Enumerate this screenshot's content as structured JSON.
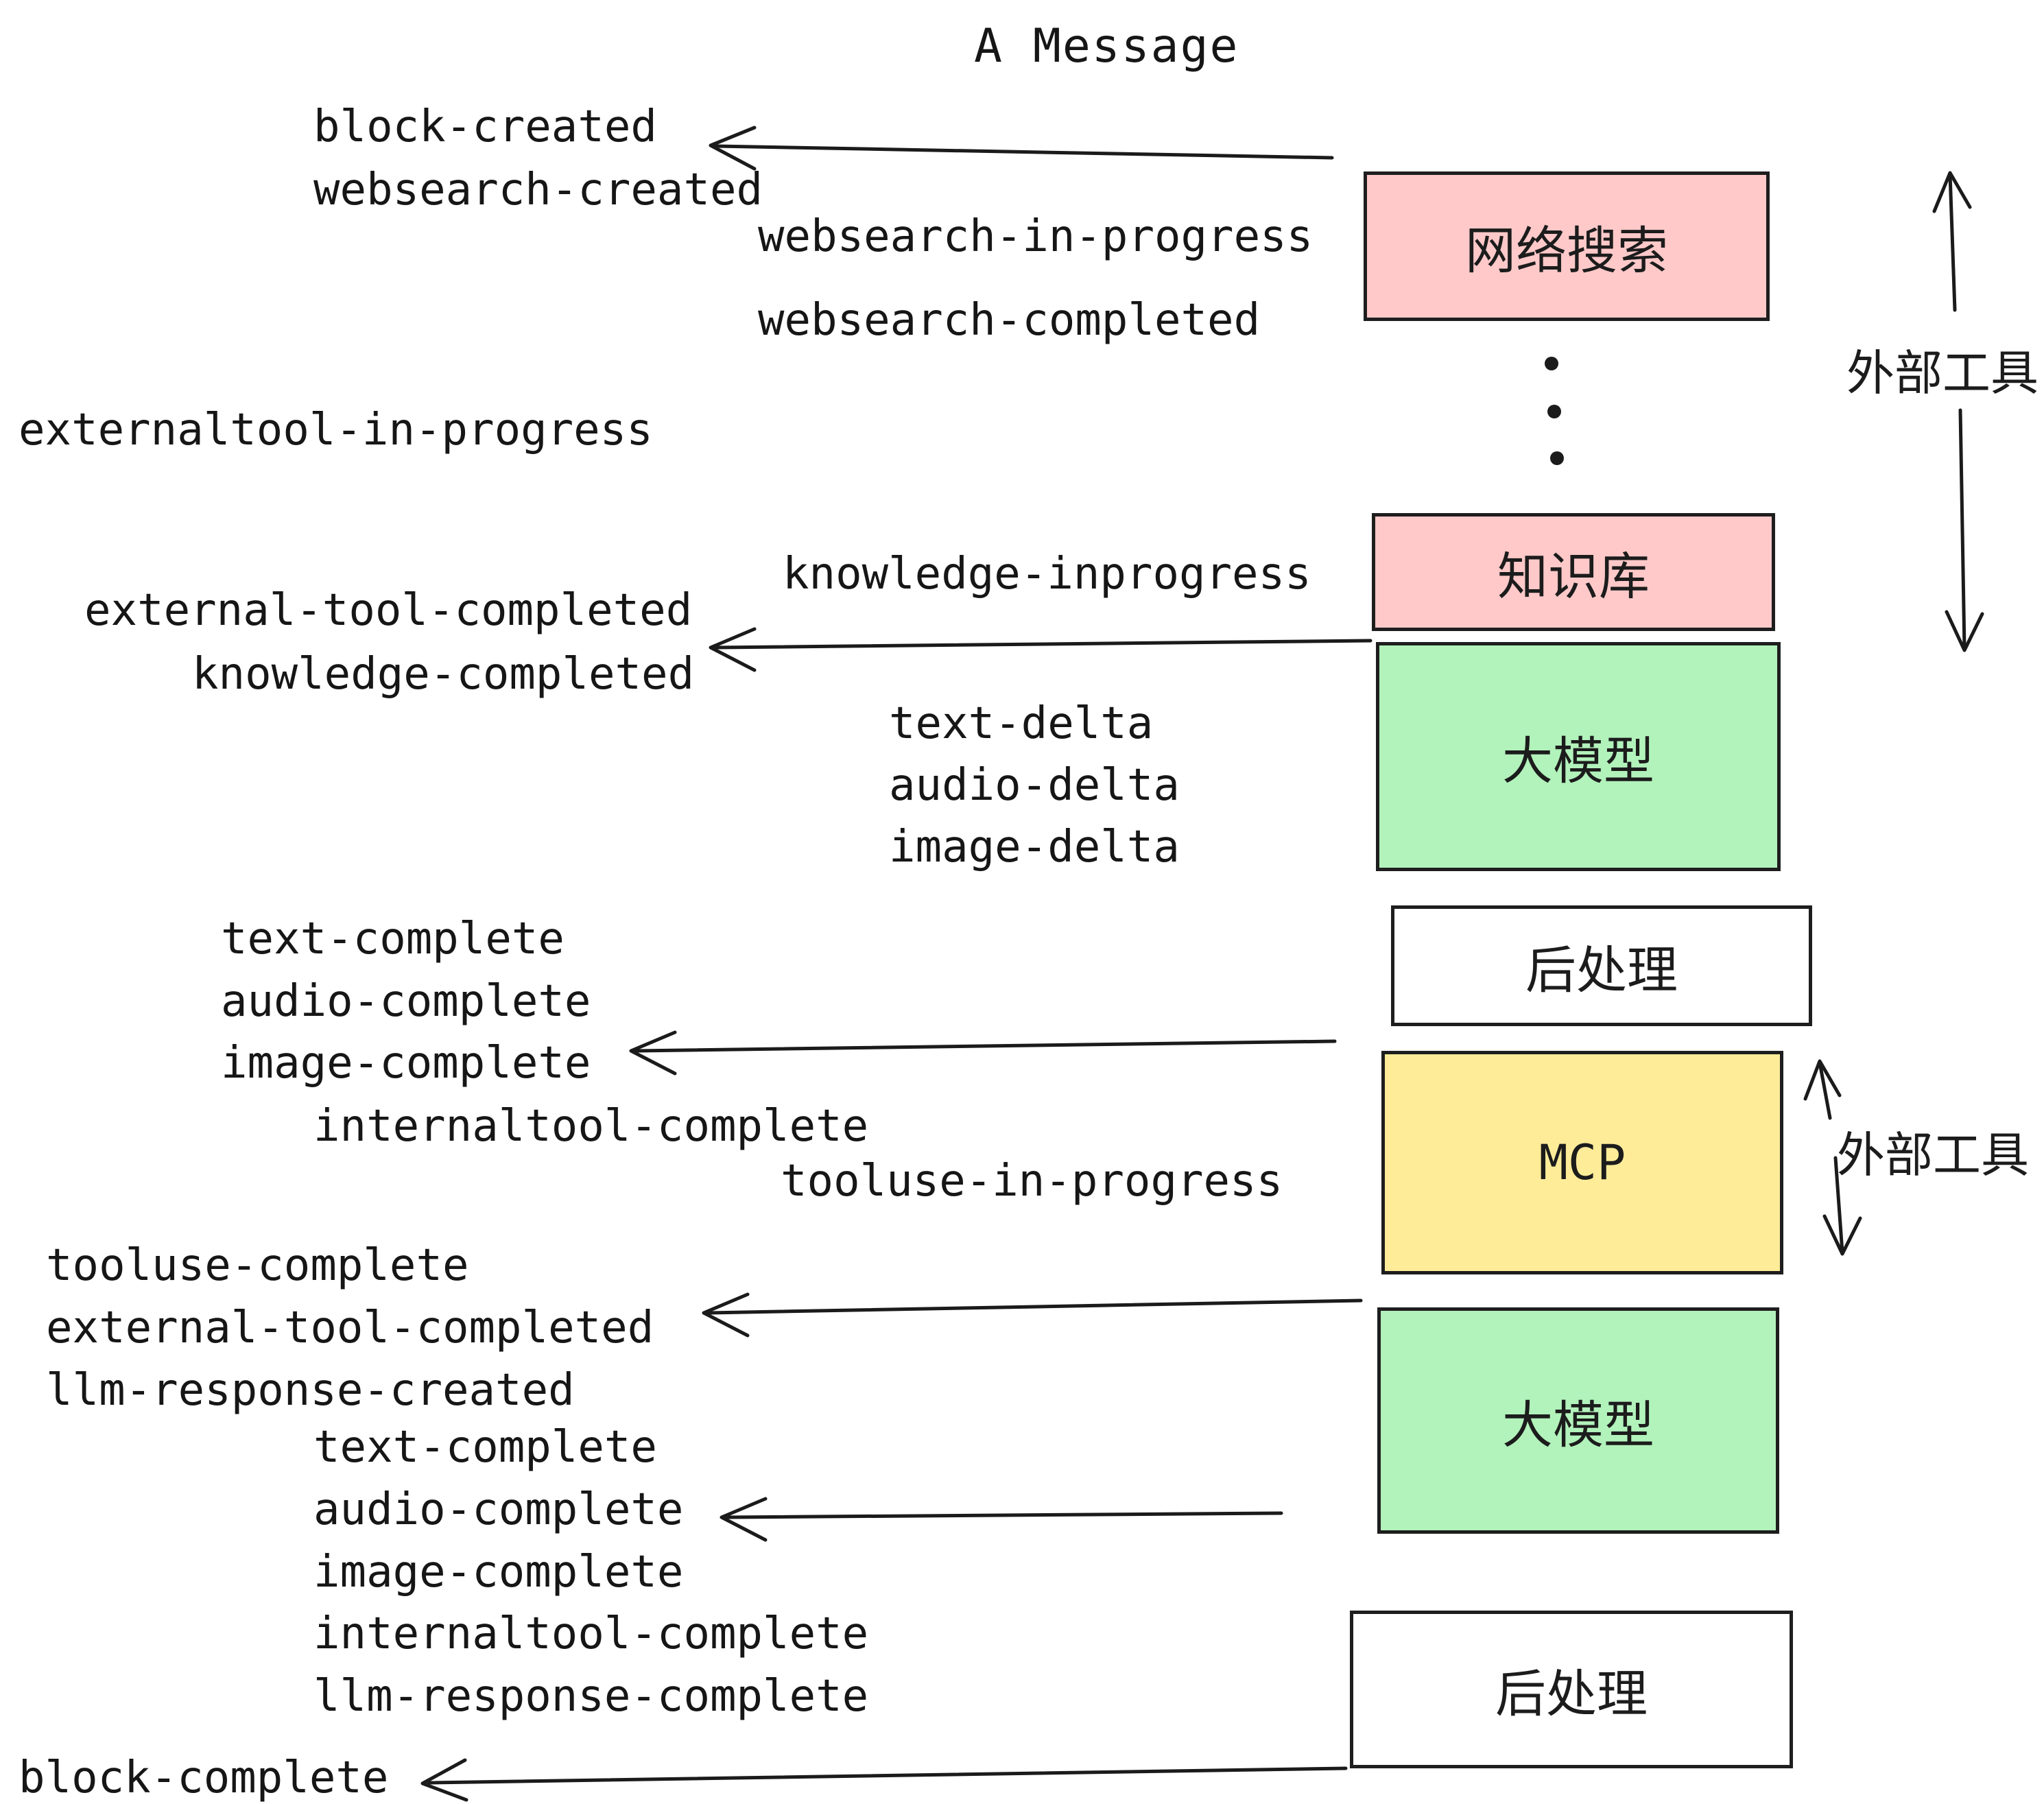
{
  "title": "A Message",
  "events": [
    "block-created",
    "websearch-created",
    "websearch-in-progress",
    "websearch-completed",
    "externaltool-in-progress",
    "knowledge-inprogress",
    "external-tool-completed",
    "knowledge-completed",
    "text-delta",
    "audio-delta",
    "image-delta",
    "text-complete",
    "audio-complete",
    "image-complete",
    "internaltool-complete",
    "tooluse-in-progress",
    "tooluse-complete",
    "external-tool-completed",
    "llm-response-created",
    "text-complete",
    "audio-complete",
    "image-complete",
    "internaltool-complete",
    "llm-response-complete",
    "block-complete"
  ],
  "boxes": [
    {
      "label": "网络搜索",
      "color": "#ffc9c9"
    },
    {
      "label": "知识库",
      "color": "#ffc9c9"
    },
    {
      "label": "大模型",
      "color": "#b2f2bb"
    },
    {
      "label": "后处理",
      "color": "#ffffff"
    },
    {
      "label": "MCP",
      "color": "#ffec99"
    },
    {
      "label": "大模型",
      "color": "#b2f2bb"
    },
    {
      "label": "后处理",
      "color": "#ffffff"
    }
  ],
  "side_labels": [
    {
      "label": "外部工具"
    },
    {
      "label": "外部工具"
    }
  ],
  "colors": {
    "node_pink": "#ffc9c9",
    "node_green": "#b2f2bb",
    "node_yellow": "#ffec99",
    "node_white": "#ffffff",
    "stroke": "#1e1e1e",
    "text": "#161616",
    "background": "#ffffff"
  }
}
